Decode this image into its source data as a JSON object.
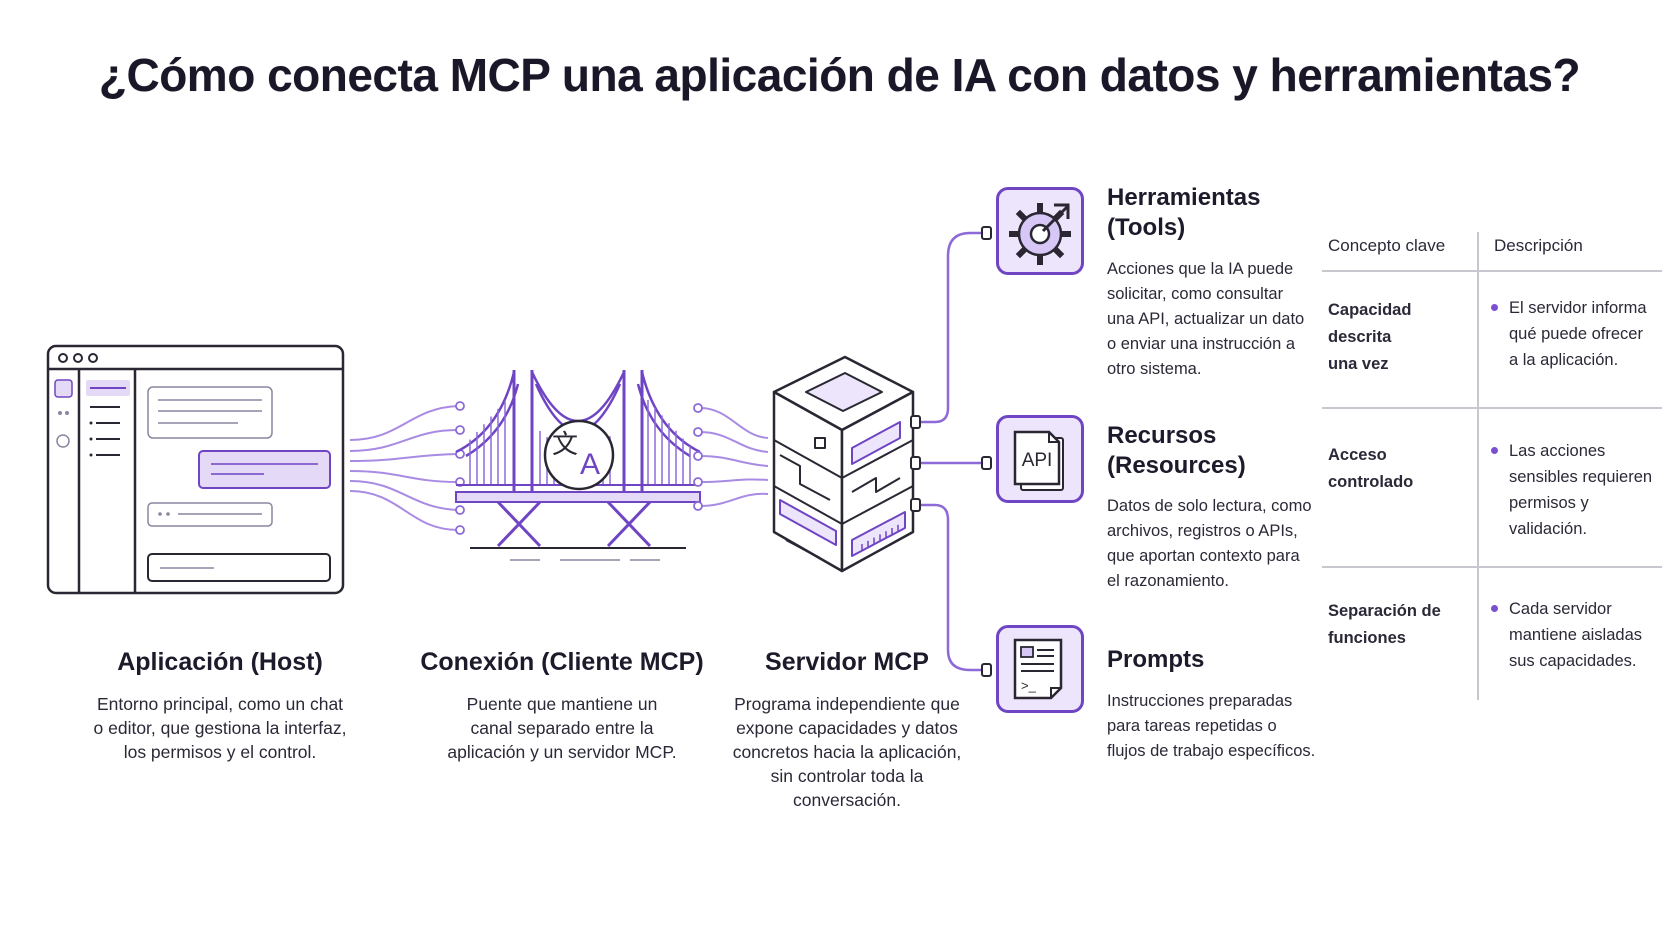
{
  "title": "¿Cómo conecta MCP una aplicación de IA con datos y herramientas?",
  "columns": {
    "host": {
      "title": "Aplicación (Host)",
      "desc": [
        "Entorno principal, como un chat",
        "o editor, que gestiona la interfaz,",
        "los permisos y el control."
      ]
    },
    "client": {
      "title": "Conexión (Cliente MCP)",
      "desc": [
        "Puente que mantiene un",
        "canal separado entre la",
        "aplicación y un servidor MCP."
      ]
    },
    "server": {
      "title": "Servidor MCP",
      "desc": [
        "Programa independiente que",
        "expone capacidades y datos",
        "concretos hacia la aplicación,",
        "sin controlar toda la",
        "conversación."
      ]
    }
  },
  "translate_glyphs": {
    "left": "文",
    "right": "A"
  },
  "features": [
    {
      "title_lines": [
        "Herramientas",
        "(Tools)"
      ],
      "icon": "gear-arrow-icon",
      "desc": [
        "Acciones que la IA puede",
        "solicitar, como consultar",
        "una API, actualizar un dato",
        "o enviar una instrucción a",
        "otro sistema."
      ]
    },
    {
      "title_lines": [
        "Recursos",
        "(Resources)"
      ],
      "icon": "api-document-icon",
      "icon_label": "API",
      "desc": [
        "Datos de solo lectura, como",
        "archivos, registros o APIs,",
        "que aportan contexto para",
        "el razonamiento."
      ]
    },
    {
      "title_lines": [
        "Prompts"
      ],
      "icon": "prompt-document-icon",
      "icon_label": ">_",
      "desc": [
        "Instrucciones preparadas",
        "para tareas repetidas o",
        "flujos de trabajo específicos."
      ]
    }
  ],
  "table": {
    "headers": [
      "Concepto clave",
      "Descripción"
    ],
    "rows": [
      {
        "concept": [
          "Capacidad descrita",
          "una vez"
        ],
        "desc": [
          "El servidor informa",
          "qué puede ofrecer",
          "a la aplicación."
        ]
      },
      {
        "concept": [
          "Acceso",
          "controlado"
        ],
        "desc": [
          "Las acciones",
          "sensibles requieren",
          "permisos y",
          "validación."
        ]
      },
      {
        "concept": [
          "Separación de",
          "funciones"
        ],
        "desc": [
          "Cada servidor",
          "mantiene aisladas",
          "sus capacidades."
        ]
      }
    ]
  },
  "colors": {
    "accent": "#6f45c4",
    "accent_light": "#ece5fb",
    "line": "#2a2733"
  }
}
